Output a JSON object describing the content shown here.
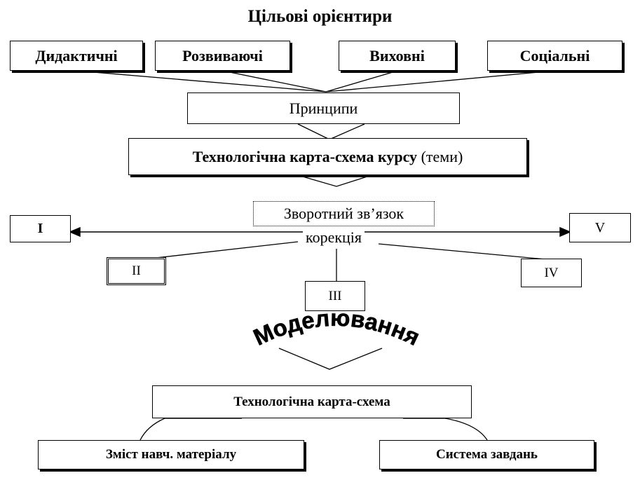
{
  "title": "Цільові орієнтири",
  "goals": [
    "Дидактичні",
    "Розвиваючі",
    "Виховні",
    "Соціальні"
  ],
  "principles": "Принципи",
  "course_map": {
    "bold": "Технологічна карта-схема курсу",
    "plain": "(теми)"
  },
  "feedback": "Зворотний зв’язок",
  "correction": "корекція",
  "stages": [
    "I",
    "II",
    "III",
    "IV",
    "V"
  ],
  "modeling": "Моделювання",
  "tech_map": "Технологічна карта-схема",
  "content": "Зміст навч. матеріалу",
  "tasks": "Система завдань"
}
